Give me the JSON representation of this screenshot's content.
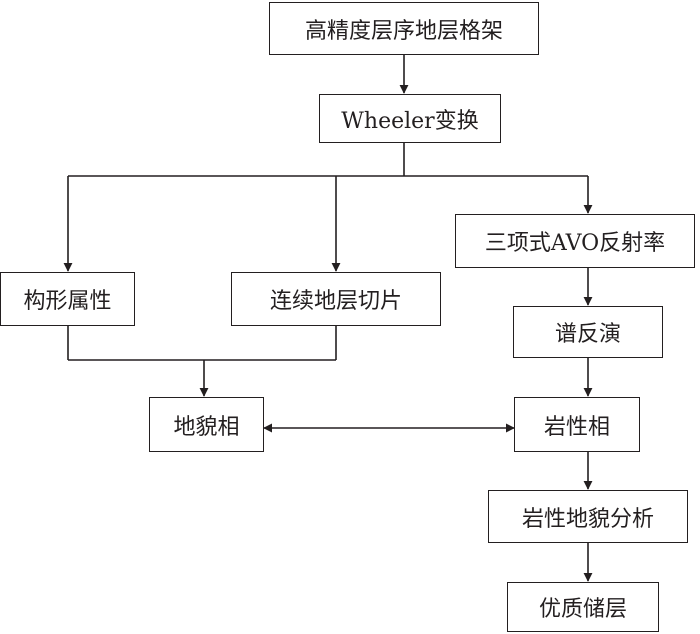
{
  "nodes": {
    "framework": "高精度层序地层格架",
    "wheeler": "Wheeler变换",
    "avo": "三项式AVO反射率",
    "structure": "构形属性",
    "slices": "连续地层切片",
    "inversion": "谱反演",
    "geomorph": "地貌相",
    "litho": "岩性相",
    "analysis": "岩性地貌分析",
    "reservoir": "优质储层"
  },
  "colors": {
    "line": "#231f20",
    "box_border": "#231f20",
    "text": "#231f20",
    "background": "#ffffff"
  }
}
